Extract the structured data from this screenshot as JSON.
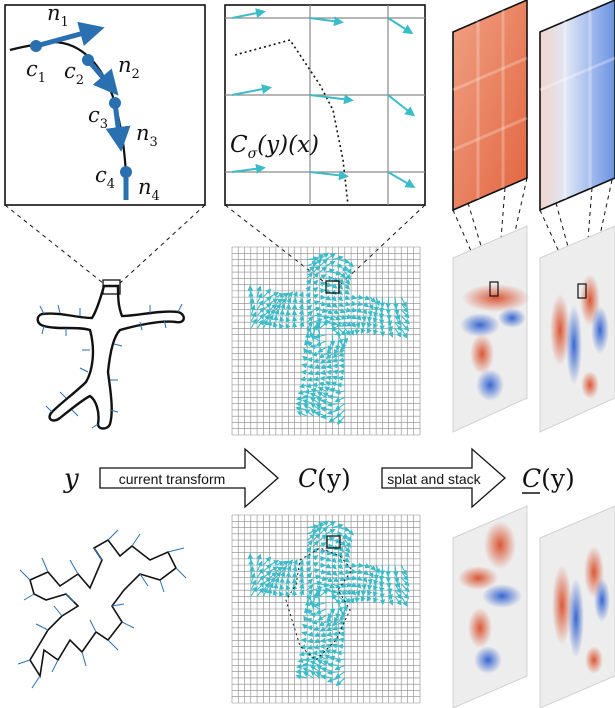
{
  "curve_panel": {
    "normals": [
      "n",
      "n",
      "n",
      "n"
    ],
    "normal_subs": [
      "1",
      "2",
      "3",
      "4"
    ],
    "points": [
      "c",
      "c",
      "c",
      "c"
    ],
    "point_subs": [
      "1",
      "2",
      "3",
      "4"
    ]
  },
  "field_panel": {
    "label_symbol": "C",
    "label_sub": "σ",
    "label_rest": "(y)(x)"
  },
  "pipeline": {
    "input_symbol": "y",
    "step1_label": "current transform",
    "middle_symbol": "C",
    "middle_arg": "(y)",
    "step2_label": "splat and stack",
    "output_symbol": "C",
    "output_arg": "(y)"
  },
  "colors": {
    "curve_blue": "#2a6fb0",
    "field_cyan": "#3bbcc9",
    "warm_red": "#e2653f",
    "cool_blue": "#4a78d6",
    "grid_gray": "#8a8a8a"
  }
}
